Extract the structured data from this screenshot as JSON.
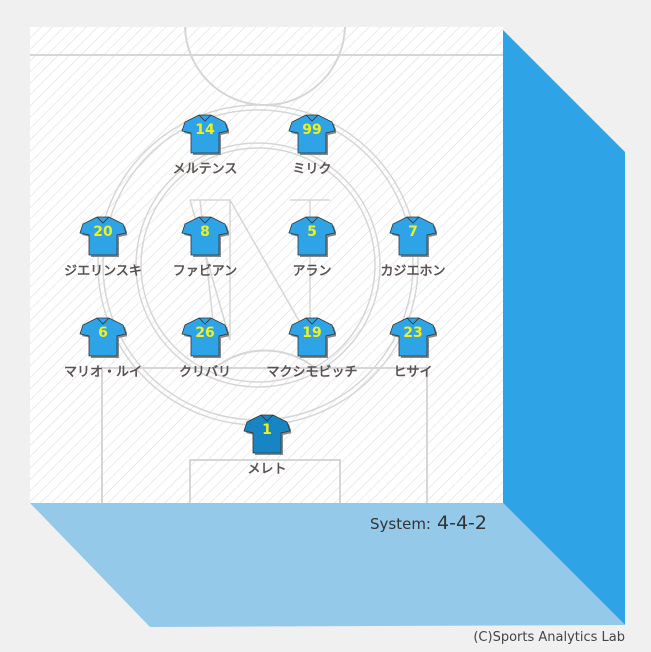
{
  "colors": {
    "shirt": "#2ea3e6",
    "gk_shirt": "#1784c4",
    "number": "#f0f020",
    "side": "#2ea3e6",
    "bottom": "#94c9ea"
  },
  "players": [
    {
      "number": "14",
      "name": "メルテンス",
      "role": "FW"
    },
    {
      "number": "99",
      "name": "ミリク",
      "role": "FW"
    },
    {
      "number": "20",
      "name": "ジエリンスキ",
      "role": "MF"
    },
    {
      "number": "8",
      "name": "ファビアン",
      "role": "MF"
    },
    {
      "number": "5",
      "name": "アラン",
      "role": "MF"
    },
    {
      "number": "7",
      "name": "カジエホン",
      "role": "MF"
    },
    {
      "number": "6",
      "name": "マリオ・ルイ",
      "role": "DF"
    },
    {
      "number": "26",
      "name": "クリバリ",
      "role": "DF"
    },
    {
      "number": "19",
      "name": "マクシモビッチ",
      "role": "DF"
    },
    {
      "number": "23",
      "name": "ヒサイ",
      "role": "DF"
    },
    {
      "number": "1",
      "name": "メレト",
      "role": "GK"
    }
  ],
  "system": {
    "label": "System:",
    "value": "4-4-2"
  },
  "credit": "(C)Sports Analytics Lab"
}
